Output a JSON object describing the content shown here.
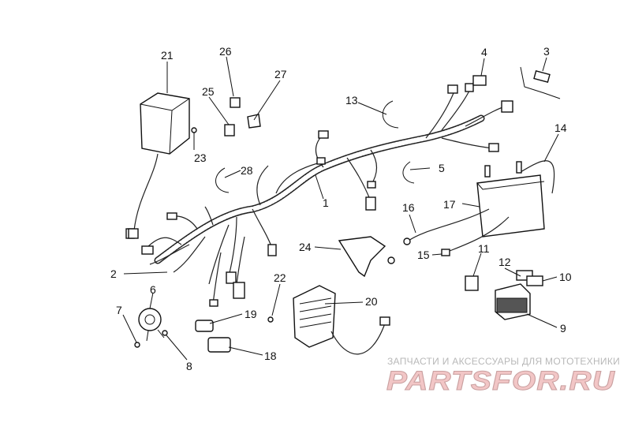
{
  "diagram": {
    "labels": [
      "1",
      "2",
      "3",
      "4",
      "5",
      "6",
      "7",
      "8",
      "9",
      "10",
      "11",
      "12",
      "13",
      "14",
      "15",
      "16",
      "17",
      "18",
      "19",
      "20",
      "21",
      "22",
      "23",
      "24",
      "25",
      "26",
      "27",
      "28"
    ]
  },
  "watermark": {
    "caption": "ЗАПЧАСТИ И АКСЕССУАРЫ ДЛЯ МОТОТЕХНИКИ",
    "brand": "PARTSFOR.RU"
  }
}
